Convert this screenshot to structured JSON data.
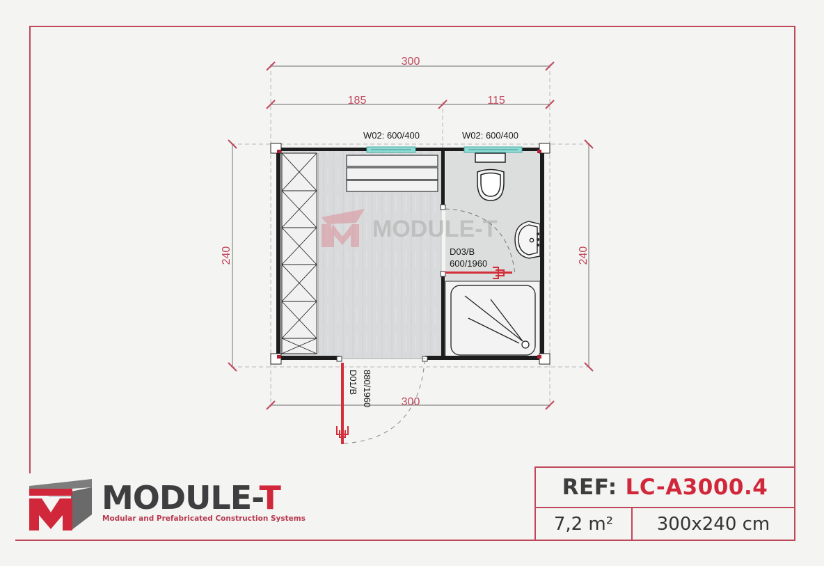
{
  "title_block": {
    "ref_label": "REF:",
    "ref_value": "LC-A3000.4",
    "area": "7,2 m²",
    "dimensions": "300x240 cm"
  },
  "brand": {
    "name_main": "MODULE-",
    "name_accent": "T",
    "tagline": "Modular and Prefabricated Construction Systems",
    "watermark": "MODULE-T"
  },
  "dimensions": {
    "top_total": "300",
    "top_left": "185",
    "top_right": "115",
    "left_height": "240",
    "right_height": "240",
    "bottom_total": "300"
  },
  "openings": {
    "window_1": "W02: 600/400",
    "window_2": "W02: 600/400",
    "door_bathroom_code": "D03/B",
    "door_bathroom_size": "600/1960",
    "door_entry_code": "D01/B",
    "door_entry_size": "880/1960"
  },
  "colors": {
    "accent_red": "#d0283a",
    "frame_red": "#c0475a",
    "wall": "#1c1c1c",
    "dark_text": "#3e3e40",
    "window_glass": "#7fd6d0",
    "floor": "#d6d7d8"
  }
}
